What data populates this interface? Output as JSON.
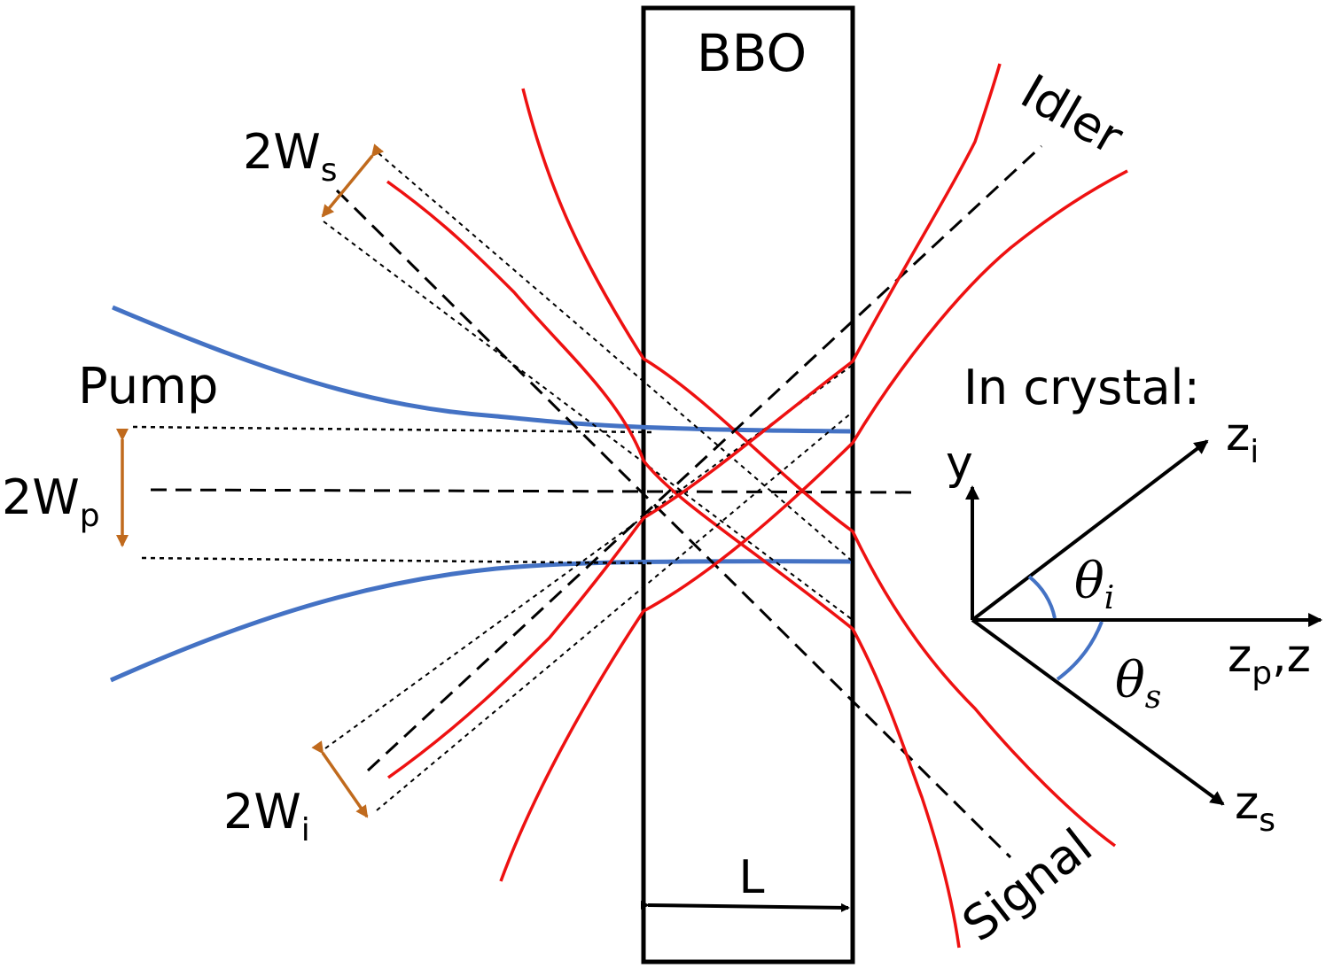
{
  "labels": {
    "crystal": "BBO",
    "idler": "Idler",
    "signal": "Signal",
    "pump": "Pump",
    "in_crystal": "In crystal:",
    "length": "L",
    "two": "2",
    "w_letter": "W",
    "sub_s": "s",
    "sub_p": "p",
    "sub_i": "i",
    "axis_y": "y",
    "axis_zi": "z",
    "axis_zi_sub": "i",
    "axis_zp": "z",
    "axis_zp_sub": "p",
    "axis_zp_suffix": ",z",
    "axis_zs": "z",
    "axis_zs_sub": "s",
    "theta": "θ",
    "theta_i_sub": "i",
    "theta_s_sub": "s"
  },
  "colors": {
    "beam_red": "#ee1111",
    "pump_blue": "#4472c4",
    "width_arrow": "#c06a1d",
    "angle_arc": "#4472c4",
    "ink": "#000000"
  }
}
